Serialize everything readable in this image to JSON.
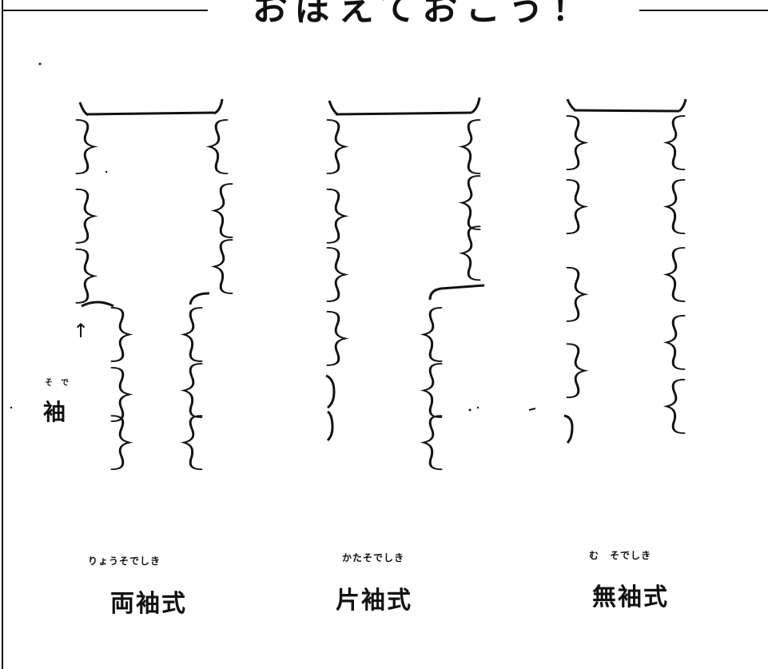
{
  "header": {
    "title": "おぼえておこう！"
  },
  "annotation": {
    "sode_ruby": "そで",
    "sode_kanji": "袖",
    "arrow": "↑"
  },
  "types": [
    {
      "ruby": "りょうそでしき",
      "kanji": "両袖式"
    },
    {
      "ruby": "かたそでしき",
      "kanji": "片袖式"
    },
    {
      "ruby": "む　そでしき",
      "kanji": "無袖式"
    }
  ],
  "style": {
    "ink": "#111111",
    "paper": "#ffffff"
  }
}
